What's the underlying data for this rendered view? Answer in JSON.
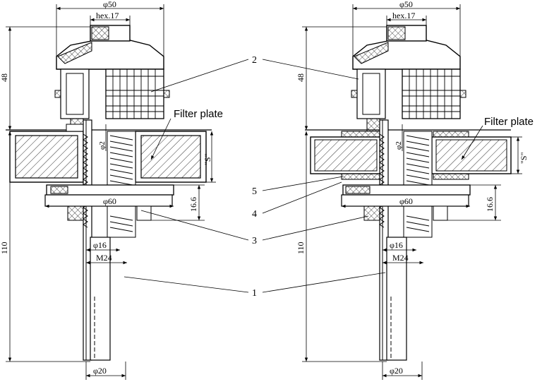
{
  "left_view": {
    "dim_top_width": "φ50",
    "dim_hex": "hex.17",
    "dim_height_upper": "48",
    "dim_height_total": "110",
    "dim_hole": "φ2",
    "dim_thickness": "\"S\"",
    "dim_flange": "φ60",
    "dim_gap": "16.6",
    "dim_bore": "φ16",
    "dim_thread": "M24",
    "dim_bottom": "φ20",
    "filter_plate_label": "Filter plate"
  },
  "right_view": {
    "dim_top_width": "φ50",
    "dim_hex": "hex.17",
    "dim_height_upper": "48",
    "dim_height_total": "110",
    "dim_hole": "φ2",
    "dim_thickness": "\"S\"",
    "dim_flange": "φ60",
    "dim_gap": "16.6",
    "dim_bore": "φ16",
    "dim_thread": "M24",
    "dim_bottom": "φ20",
    "filter_plate_label": "Filter plate"
  },
  "callouts": {
    "part_1": "1",
    "part_2": "2",
    "part_3": "3",
    "part_4": "4",
    "part_5": "5"
  }
}
